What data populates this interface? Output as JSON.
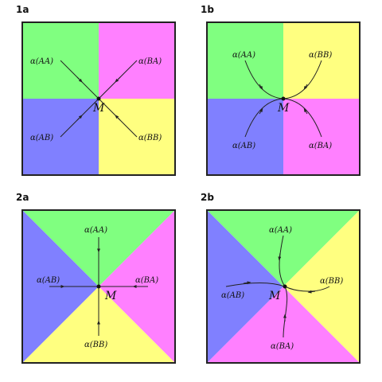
{
  "colors": {
    "green": "#80ff80",
    "magenta": "#ff80ff",
    "blue": "#8080ff",
    "yellow": "#ffff80",
    "stroke": "#222222"
  },
  "panels": [
    {
      "id": "1a",
      "label": "1a",
      "point_label": "M",
      "curve_labels": [
        "α(AA)",
        "α(BA)",
        "α(AB)",
        "α(BB)"
      ]
    },
    {
      "id": "1b",
      "label": "1b",
      "point_label": "M",
      "curve_labels": [
        "α(AA)",
        "α(BB)",
        "α(AB)",
        "α(BA)"
      ]
    },
    {
      "id": "2a",
      "label": "2a",
      "point_label": "M",
      "curve_labels": [
        "α(AA)",
        "α(AB)",
        "α(BA)",
        "α(BB)"
      ]
    },
    {
      "id": "2b",
      "label": "2b",
      "point_label": "M",
      "curve_labels": [
        "α(AA)",
        "α(BB)",
        "α(AB)",
        "α(BA)"
      ]
    }
  ]
}
